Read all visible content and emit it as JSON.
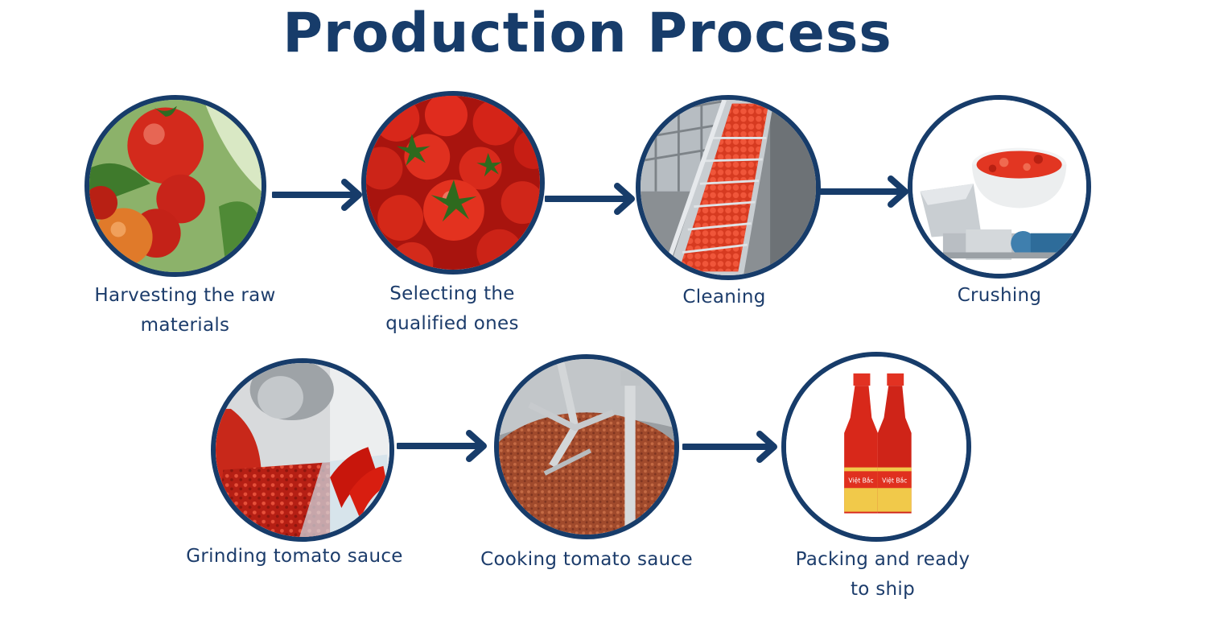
{
  "title": "Production Process",
  "colors": {
    "primary": "#173c6a",
    "tomato": "#d9241b",
    "background": "#ffffff"
  },
  "steps": [
    {
      "label_lines": [
        "Harvesting the raw",
        "materials"
      ],
      "image": "tomatoes-on-vine"
    },
    {
      "label_lines": [
        "Selecting the",
        "qualified ones"
      ],
      "image": "pile-of-tomatoes"
    },
    {
      "label_lines": [
        "Cleaning"
      ],
      "image": "washing-conveyor"
    },
    {
      "label_lines": [
        "Crushing"
      ],
      "image": "crusher-machine-bowl"
    },
    {
      "label_lines": [
        "Grinding tomato sauce"
      ],
      "image": "grinder-machine"
    },
    {
      "label_lines": [
        "Cooking tomato sauce"
      ],
      "image": "cooking-kettle"
    },
    {
      "label_lines": [
        "Packing and ready",
        "to ship"
      ],
      "image": "sauce-bottles",
      "bottle_text": "Việt Bắc"
    }
  ],
  "arrows": [
    "arrow-right-icon",
    "arrow-right-icon",
    "arrow-right-icon",
    "arrow-right-icon",
    "arrow-right-icon"
  ]
}
